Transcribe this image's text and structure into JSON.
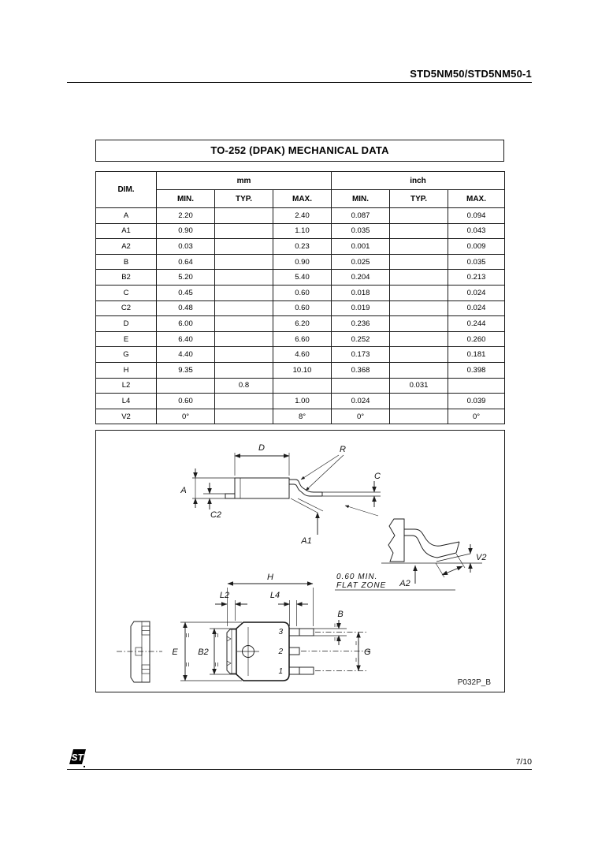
{
  "header": {
    "title": "STD5NM50/STD5NM50-1"
  },
  "section": {
    "title": "TO-252 (DPAK) MECHANICAL DATA"
  },
  "table": {
    "dim_header": "DIM.",
    "group_mm": "mm",
    "group_inch": "inch",
    "sub_min": "MIN.",
    "sub_typ": "TYP.",
    "sub_max": "MAX.",
    "rows": [
      {
        "dim": "A",
        "mm_min": "2.20",
        "mm_typ": "",
        "mm_max": "2.40",
        "in_min": "0.087",
        "in_typ": "",
        "in_max": "0.094"
      },
      {
        "dim": "A1",
        "mm_min": "0.90",
        "mm_typ": "",
        "mm_max": "1.10",
        "in_min": "0.035",
        "in_typ": "",
        "in_max": "0.043"
      },
      {
        "dim": "A2",
        "mm_min": "0.03",
        "mm_typ": "",
        "mm_max": "0.23",
        "in_min": "0.001",
        "in_typ": "",
        "in_max": "0.009"
      },
      {
        "dim": "B",
        "mm_min": "0.64",
        "mm_typ": "",
        "mm_max": "0.90",
        "in_min": "0.025",
        "in_typ": "",
        "in_max": "0.035"
      },
      {
        "dim": "B2",
        "mm_min": "5.20",
        "mm_typ": "",
        "mm_max": "5.40",
        "in_min": "0.204",
        "in_typ": "",
        "in_max": "0.213"
      },
      {
        "dim": "C",
        "mm_min": "0.45",
        "mm_typ": "",
        "mm_max": "0.60",
        "in_min": "0.018",
        "in_typ": "",
        "in_max": "0.024"
      },
      {
        "dim": "C2",
        "mm_min": "0.48",
        "mm_typ": "",
        "mm_max": "0.60",
        "in_min": "0.019",
        "in_typ": "",
        "in_max": "0.024"
      },
      {
        "dim": "D",
        "mm_min": "6.00",
        "mm_typ": "",
        "mm_max": "6.20",
        "in_min": "0.236",
        "in_typ": "",
        "in_max": "0.244"
      },
      {
        "dim": "E",
        "mm_min": "6.40",
        "mm_typ": "",
        "mm_max": "6.60",
        "in_min": "0.252",
        "in_typ": "",
        "in_max": "0.260"
      },
      {
        "dim": "G",
        "mm_min": "4.40",
        "mm_typ": "",
        "mm_max": "4.60",
        "in_min": "0.173",
        "in_typ": "",
        "in_max": "0.181"
      },
      {
        "dim": "H",
        "mm_min": "9.35",
        "mm_typ": "",
        "mm_max": "10.10",
        "in_min": "0.368",
        "in_typ": "",
        "in_max": "0.398"
      },
      {
        "dim": "L2",
        "mm_min": "",
        "mm_typ": "0.8",
        "mm_max": "",
        "in_min": "",
        "in_typ": "0.031",
        "in_max": ""
      },
      {
        "dim": "L4",
        "mm_min": "0.60",
        "mm_typ": "",
        "mm_max": "1.00",
        "in_min": "0.024",
        "in_typ": "",
        "in_max": "0.039"
      },
      {
        "dim": "V2",
        "mm_min": "0°",
        "mm_typ": "",
        "mm_max": "8°",
        "in_min": "0°",
        "in_typ": "",
        "in_max": "0°"
      }
    ]
  },
  "drawing": {
    "labels": {
      "d": "D",
      "r": "R",
      "a": "A",
      "c": "C",
      "c2": "C2",
      "a1": "A1",
      "v2": "V2",
      "a2": "A2",
      "fz1": "0.60  MIN.",
      "fz2": "FLAT  ZONE",
      "h": "H",
      "l2": "L2",
      "l4": "L4",
      "b": "B",
      "e": "E",
      "b2": "B2",
      "g": "G",
      "pin1": "1",
      "pin2": "2",
      "pin3": "3",
      "code": "P032P_B"
    }
  },
  "footer": {
    "page": "7/10",
    "logo_text": "ST"
  }
}
